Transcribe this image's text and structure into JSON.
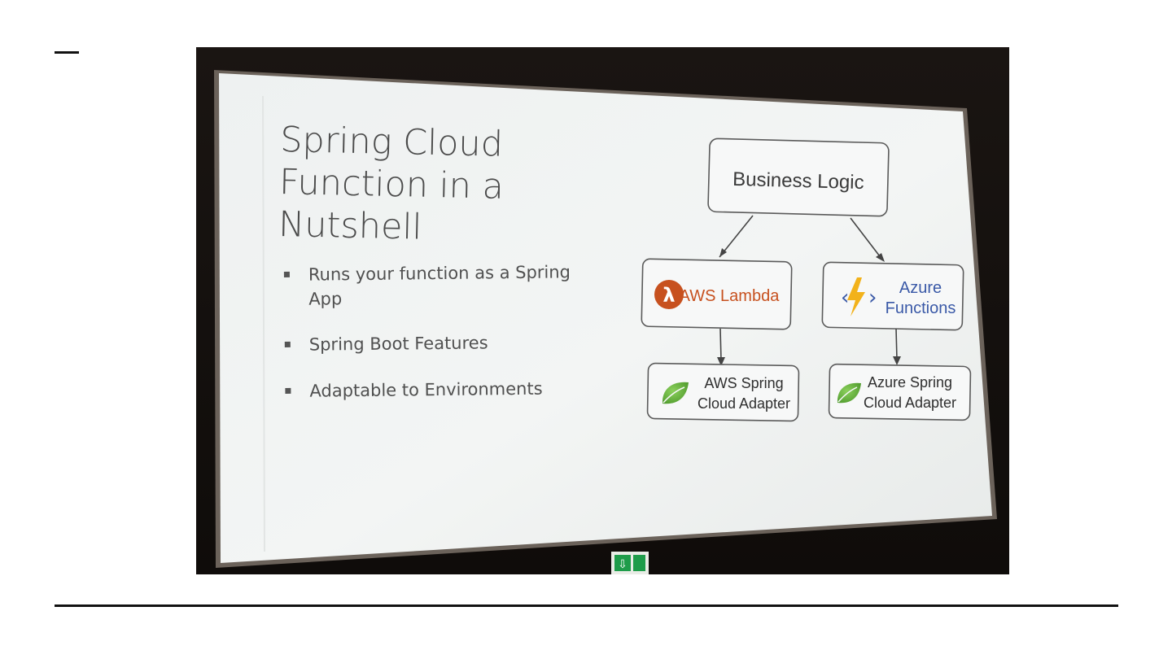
{
  "slide": {
    "title_lines": [
      "Spring Cloud",
      "Function in a",
      "Nutshell"
    ],
    "bullets": [
      [
        "Runs your function as a Spring",
        "App"
      ],
      [
        "Spring Boot Features"
      ],
      [
        "Adaptable to Environments"
      ]
    ]
  },
  "diagram": {
    "root": "Business Logic",
    "aws": "AWS Lambda",
    "azure_lines": [
      "Azure",
      "Functions"
    ],
    "aws_adapter_lines": [
      "AWS Spring",
      "Cloud Adapter"
    ],
    "azure_adapter_lines": [
      "Azure Spring",
      "Cloud Adapter"
    ]
  },
  "colors": {
    "aws_orange": "#c7511f",
    "azure_blue": "#3a59a7",
    "azure_bolt": "#f2b21b",
    "spring_green": "#6ab33f"
  },
  "icons": [
    "lambda-icon",
    "azure-functions-icon",
    "spring-leaf-icon",
    "exit-sign-icon"
  ]
}
